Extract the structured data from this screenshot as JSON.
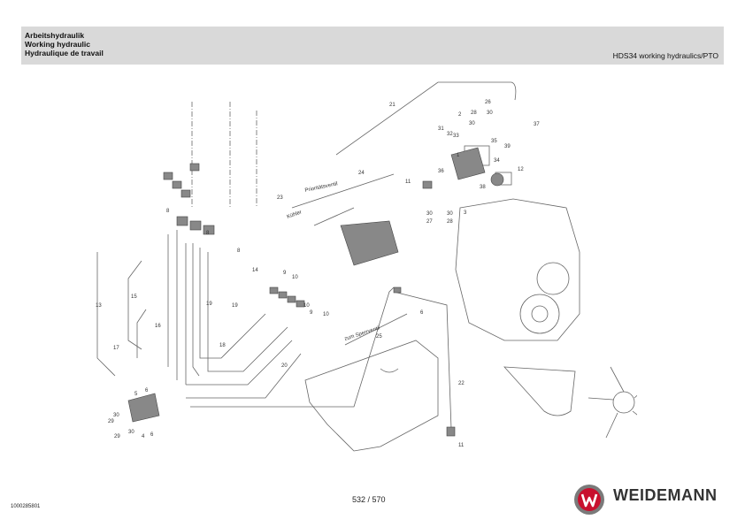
{
  "header": {
    "title_de": "Arbeitshydraulik",
    "title_en": "Working hydraulic",
    "title_fr": "Hydraulique de travail",
    "subtitle": "HDS34 working hydraulics/PTO"
  },
  "diagram": {
    "callouts": [
      "1",
      "2",
      "3",
      "4",
      "5",
      "6",
      "8",
      "9",
      "10",
      "11",
      "12",
      "13",
      "14",
      "15",
      "16",
      "17",
      "18",
      "19",
      "20",
      "21",
      "22",
      "23",
      "24",
      "25",
      "26",
      "27",
      "28",
      "29",
      "30",
      "31",
      "32",
      "33",
      "34",
      "35",
      "36",
      "37",
      "38",
      "39"
    ],
    "hose_texts": {
      "priority_valve": "Prioritätsventil",
      "cooler": "Kühler",
      "lock_valve": "zum Sperrventil"
    }
  },
  "footer": {
    "doc_number": "1000285801",
    "page": "532 / 570",
    "brand": "WEIDEMANN"
  },
  "colors": {
    "header_bg": "#d9d9d9",
    "logo_red": "#c8102e",
    "line": "#555555"
  }
}
